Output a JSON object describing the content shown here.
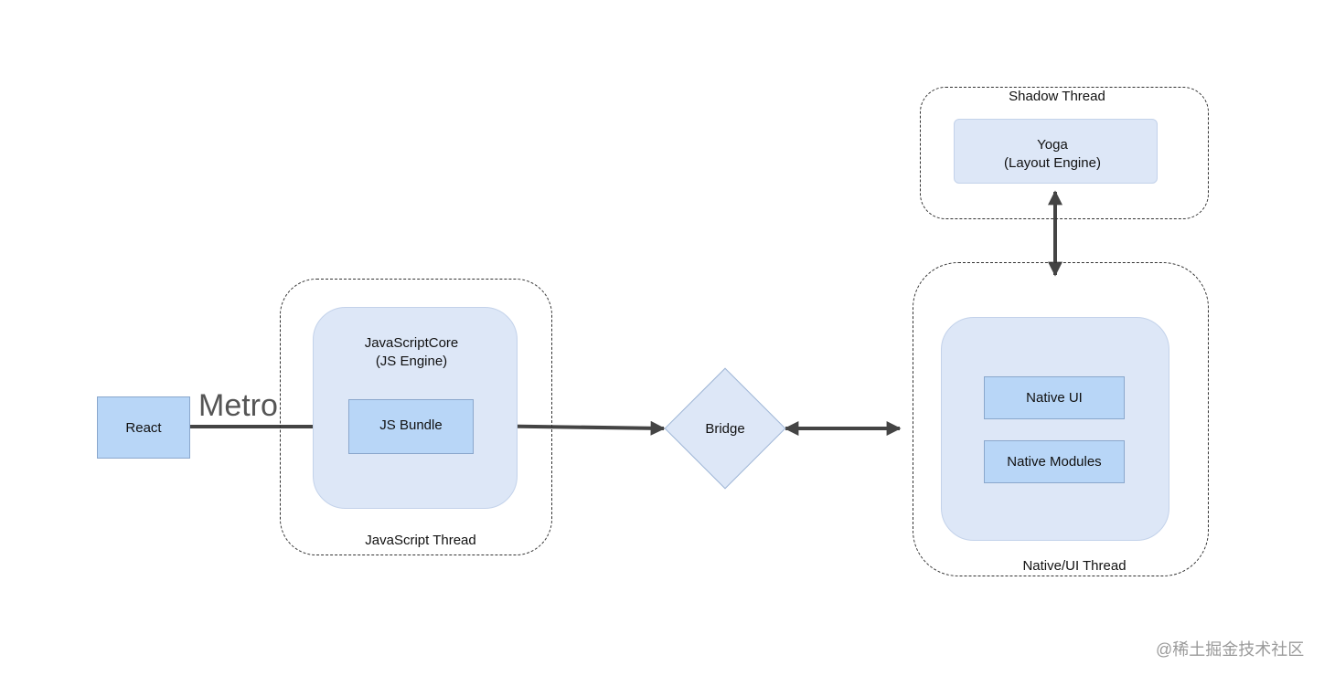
{
  "nodes": {
    "react": "React",
    "metro": "Metro",
    "js_engine_line1": "JavaScriptCore",
    "js_engine_line2": "(JS Engine)",
    "js_bundle": "JS Bundle",
    "js_thread": "JavaScript Thread",
    "bridge": "Bridge",
    "shadow_thread": "Shadow Thread",
    "yoga_line1": "Yoga",
    "yoga_line2": "(Layout Engine)",
    "native_ui": "Native UI",
    "native_modules": "Native Modules",
    "native_thread": "Native/UI Thread"
  },
  "watermark": "@稀土掘金技术社区"
}
